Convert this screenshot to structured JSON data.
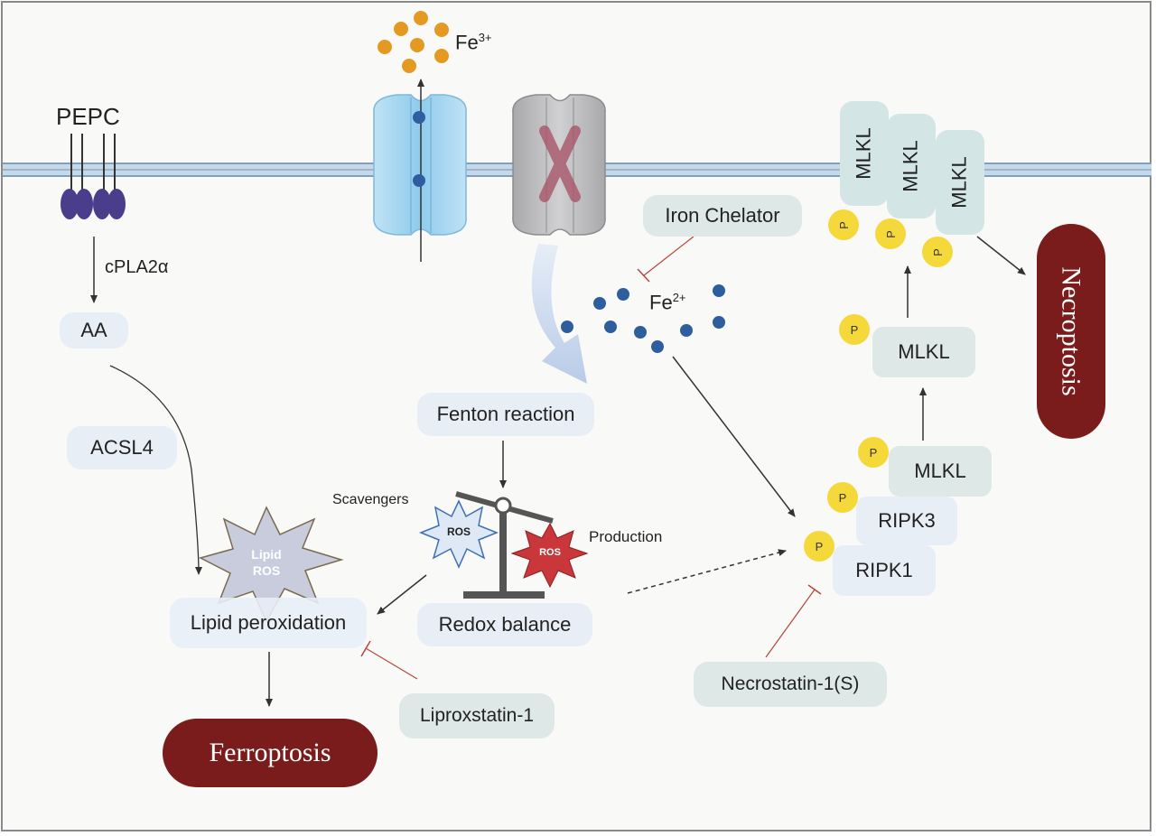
{
  "labels": {
    "pepc": "PEPC",
    "fe3": "Fe",
    "fe3_sup": "3+",
    "cpla2a": "cPLA2α",
    "aa": "AA",
    "acsl4": "ACSL4",
    "iron_chelator": "Iron Chelator",
    "fe2": "Fe",
    "fe2_sup": "2+",
    "fenton_reaction": "Fenton reaction",
    "scavengers": "Scavengers",
    "production": "Production",
    "ros": "ROS",
    "lipid_ros_line1": "Lipid",
    "lipid_ros_line2": "ROS",
    "lipid_peroxidation": "Lipid peroxidation",
    "redox_balance": "Redox balance",
    "liproxstatin": "Liproxstatin-1",
    "ferroptosis": "Ferroptosis",
    "necroptosis": "Necroptosis",
    "necrostatin": "Necrostatin-1(S)",
    "mlkl": "MLKL",
    "ripk3": "RIPK3",
    "ripk1": "RIPK1",
    "p": "P"
  },
  "colors": {
    "death_pill": "#7b1c1c",
    "fe3_dot": "#e49a22",
    "fe2_dot": "#2f5e9e",
    "phospho": "#f5d83a",
    "ros_production": "#c9373a",
    "ros_scavenger": "#3d6fb5",
    "inhibitor_line": "#b5473a"
  }
}
